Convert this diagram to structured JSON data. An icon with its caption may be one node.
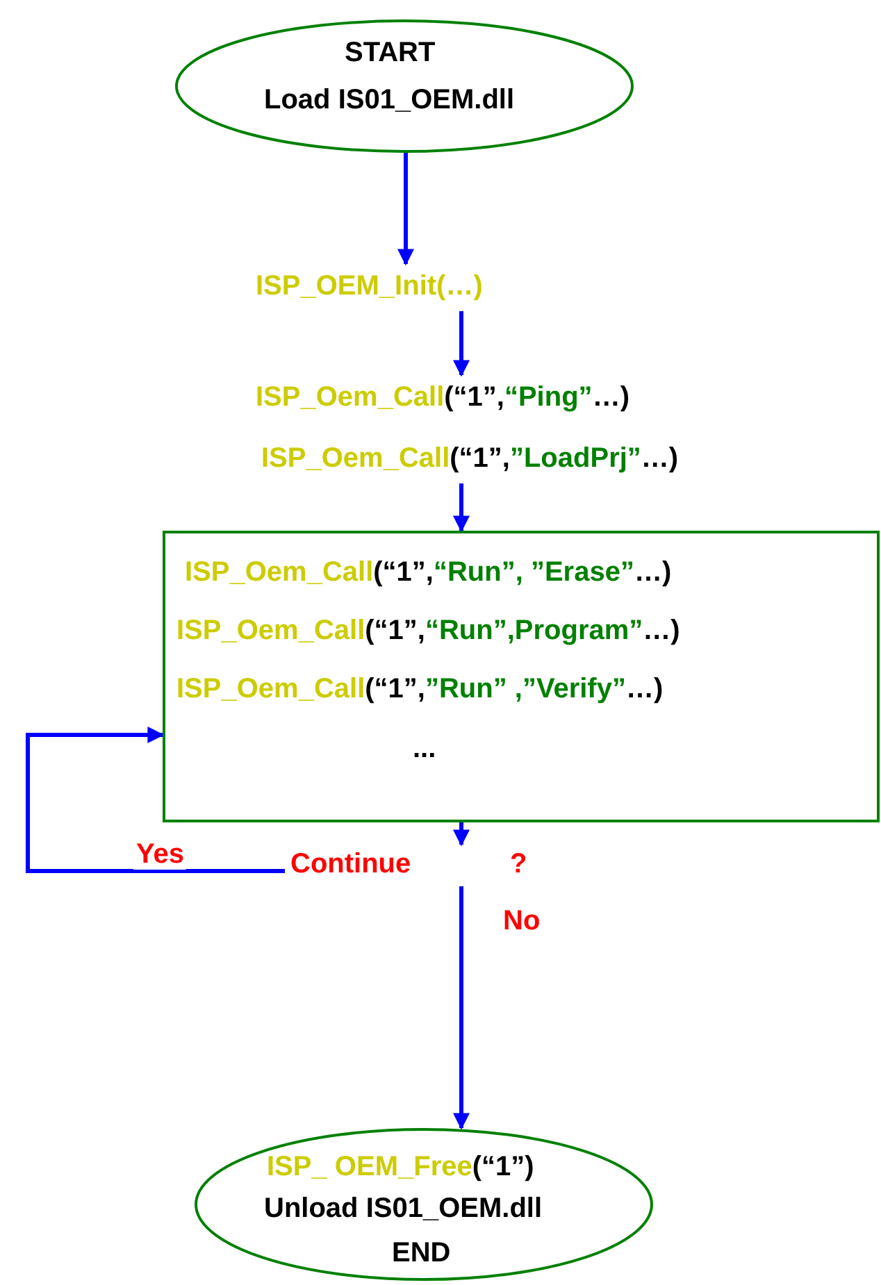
{
  "diagram": {
    "nodes": [
      {
        "text": [
          "START",
          "Load IS01_OEM.dll"
        ]
      },
      {
        "text": [
          "ISP_OEM_Init(…)"
        ]
      },
      {
        "text": [
          "ISP_Oem_Call(“1”,“Ping”…)",
          "ISP_Oem_Call(“1”,”LoadPrj”…)"
        ]
      },
      {
        "text": [
          "ISP_Oem_Call(“1”,“Run”, ”Erase”…)",
          "ISP_Oem_Call(“1”,“Run”,Program”…)",
          "ISP_Oem_Call(“1”,”Run” ,”Verify”…)",
          "..."
        ]
      },
      {
        "text": [
          "Continue",
          "?"
        ]
      },
      {
        "text": [
          "ISP_ OEM_Free(“1”)",
          "Unload IS01_OEM.dll",
          "END"
        ]
      }
    ],
    "edges": [
      {
        "from": 0,
        "to": 1,
        "arrow": "to"
      },
      {
        "from": 1,
        "to": 2,
        "arrow": "to"
      },
      {
        "from": 2,
        "to": 3,
        "arrow": "to"
      },
      {
        "from": 3,
        "to": 4,
        "arrow": "to"
      },
      {
        "from": 4,
        "to": 3,
        "arrow": "to",
        "label": "Yes"
      },
      {
        "from": 4,
        "to": 5,
        "arrow": "to",
        "label": "No"
      }
    ]
  }
}
